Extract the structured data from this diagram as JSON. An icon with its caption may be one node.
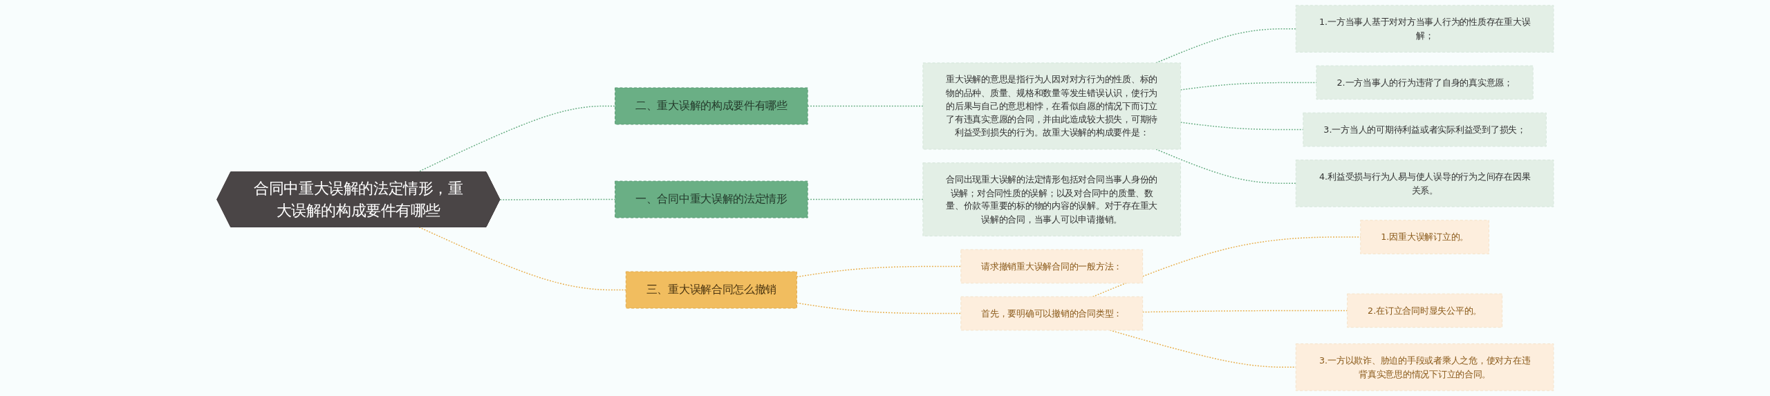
{
  "diagram": {
    "nodes": [
      {
        "text": [
          "合同中重大误解的法定情形，重大误解的构成要件有哪些"
        ]
      },
      {
        "text": [
          "二、重大误解的构成要件有哪些"
        ]
      },
      {
        "text": [
          "重大误解的意思是指行为人因对对方行为的性质、标的物的品种、质量、规格和数量等发生错误认识，使行为的后果与自己的意思相悖，在看似自愿的情况下而订立了有违真实意愿的合同，并由此造成较大损失，可期待利益受到损失的行为。故重大误解的构成要件是："
        ]
      },
      {
        "text": [
          "1.一方当事人基于对对方当事人行为的性质存在重大误解；"
        ]
      },
      {
        "text": [
          "2.一方当事人的行为违背了自身的真实意愿；"
        ]
      },
      {
        "text": [
          "3.一方当人的可期待利益或者实际利益受到了损失；"
        ]
      },
      {
        "text": [
          "4.利益受损与行为人易与使人误导的行为之间存在因果关系。"
        ]
      },
      {
        "text": [
          "一、合同中重大误解的法定情形"
        ]
      },
      {
        "text": [
          "合同出现重大误解的法定情形包括对合同当事人身份的误解；对合同性质的误解；以及对合同中的质量、数量、价款等重要的标的物的内容的误解。对于存在重大误解的合同，当事人可以申请撤销。"
        ]
      },
      {
        "text": [
          "三、重大误解合同怎么撤销"
        ]
      },
      {
        "text": [
          "请求撤销重大误解合同的一般方法："
        ]
      },
      {
        "text": [
          "首先，要明确可以撤销的合同类型："
        ]
      },
      {
        "text": [
          "1.因重大误解订立的。"
        ]
      },
      {
        "text": [
          "2.在订立合同时显失公平的。"
        ]
      },
      {
        "text": [
          "3.一方以欺诈、胁迫的手段或者乘人之危，使对方在违背真实意思的情况下订立的合同。"
        ]
      }
    ],
    "edges": [
      {
        "from": 0,
        "to": 1,
        "arrow": "none",
        "style": "dashed"
      },
      {
        "from": 1,
        "to": 2,
        "arrow": "none",
        "style": "dashed"
      },
      {
        "from": 2,
        "to": 3,
        "arrow": "none",
        "style": "dashed"
      },
      {
        "from": 2,
        "to": 4,
        "arrow": "none",
        "style": "dashed"
      },
      {
        "from": 2,
        "to": 5,
        "arrow": "none",
        "style": "dashed"
      },
      {
        "from": 2,
        "to": 6,
        "arrow": "none",
        "style": "dashed"
      },
      {
        "from": 0,
        "to": 7,
        "arrow": "none",
        "style": "dashed"
      },
      {
        "from": 7,
        "to": 8,
        "arrow": "none",
        "style": "dashed"
      },
      {
        "from": 0,
        "to": 9,
        "arrow": "none",
        "style": "dashed",
        "color": "#e8b04f"
      },
      {
        "from": 9,
        "to": 10,
        "arrow": "none",
        "style": "dashed",
        "color": "#e8b04f"
      },
      {
        "from": 9,
        "to": 11,
        "arrow": "none",
        "style": "dashed",
        "color": "#e8b04f"
      },
      {
        "from": 11,
        "to": 12,
        "arrow": "none",
        "style": "dashed",
        "color": "#e8b04f"
      },
      {
        "from": 11,
        "to": 13,
        "arrow": "none",
        "style": "dashed",
        "color": "#e8b04f"
      },
      {
        "from": 11,
        "to": 14,
        "arrow": "none",
        "style": "dashed",
        "color": "#e8b04f"
      }
    ]
  }
}
